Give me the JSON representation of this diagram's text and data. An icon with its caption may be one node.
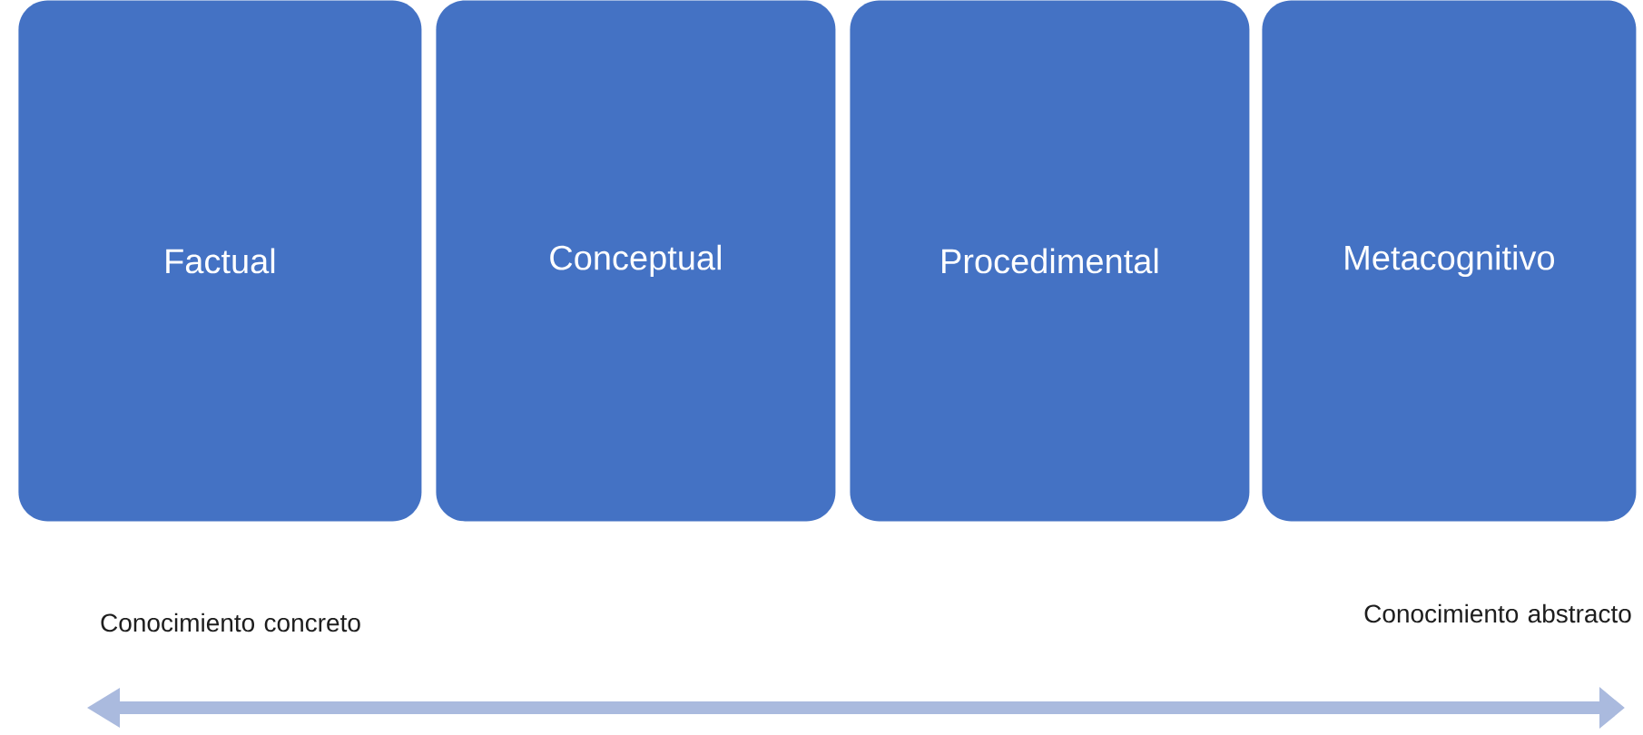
{
  "diagram": {
    "nodes": [
      {
        "text": [
          "Factual"
        ]
      },
      {
        "text": [
          "Conceptual"
        ]
      },
      {
        "text": [
          "Procedimental"
        ]
      },
      {
        "text": [
          "Metacognitivo"
        ]
      }
    ],
    "labels": [
      "Conocimiento concreto",
      "Conocimiento abstracto"
    ]
  }
}
